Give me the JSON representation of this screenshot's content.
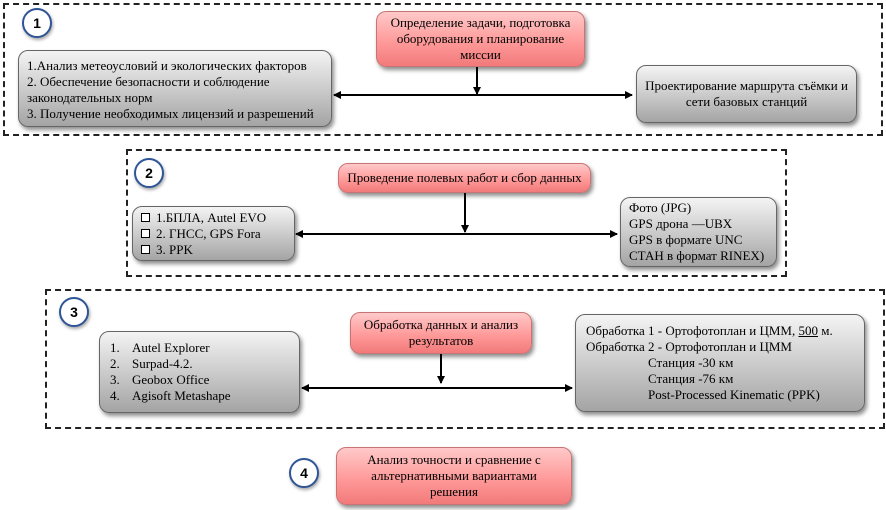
{
  "steps": [
    {
      "number": "1",
      "center": "Определение задачи, подготовка оборудования и планирование миссии",
      "left_items": [
        "1.Анализ метеоусловий и экологических факторов",
        "2. Обеспечение безопасности и соблюдение законодательных норм",
        "3. Получение необходимых лицензий и разрешений"
      ],
      "right_text": "Проектирование маршрута съёмки и сети базовых станций"
    },
    {
      "number": "2",
      "center": "Проведение полевых работ и сбор данных",
      "left_items": [
        "1.БПЛА, Autel EVO",
        "2. ГНСС, GPS Fora",
        "3. PPK"
      ],
      "right_items": [
        "Фото (JPG)",
        "GPS дрона —UBX",
        "GPS в формате UNC",
        "СТАН в формат RINEX)"
      ]
    },
    {
      "number": "3",
      "center": "Обработка данных и анализ результатов",
      "left_items": [
        {
          "n": "1.",
          "text": "Autel Explorer"
        },
        {
          "n": "2.",
          "text": "Surpad-4.2."
        },
        {
          "n": "3.",
          "text": "Geobox Office"
        },
        {
          "n": "4.",
          "text": "Agisoft Metashape"
        }
      ],
      "right_line1_prefix": "Обработка 1 - Ортофотоплан и ЦММ, ",
      "right_line1_value": "500",
      "right_line1_suffix": " м.",
      "right_line2": "Обработка 2 - Ортофотоплан и ЦММ",
      "right_sub": [
        "Станция -30 км",
        "Станция -76 км",
        "Post-Processed Kinematic (PPK)"
      ]
    },
    {
      "number": "4",
      "center": "Анализ точности и сравнение с альтернативными вариантами решения"
    }
  ]
}
